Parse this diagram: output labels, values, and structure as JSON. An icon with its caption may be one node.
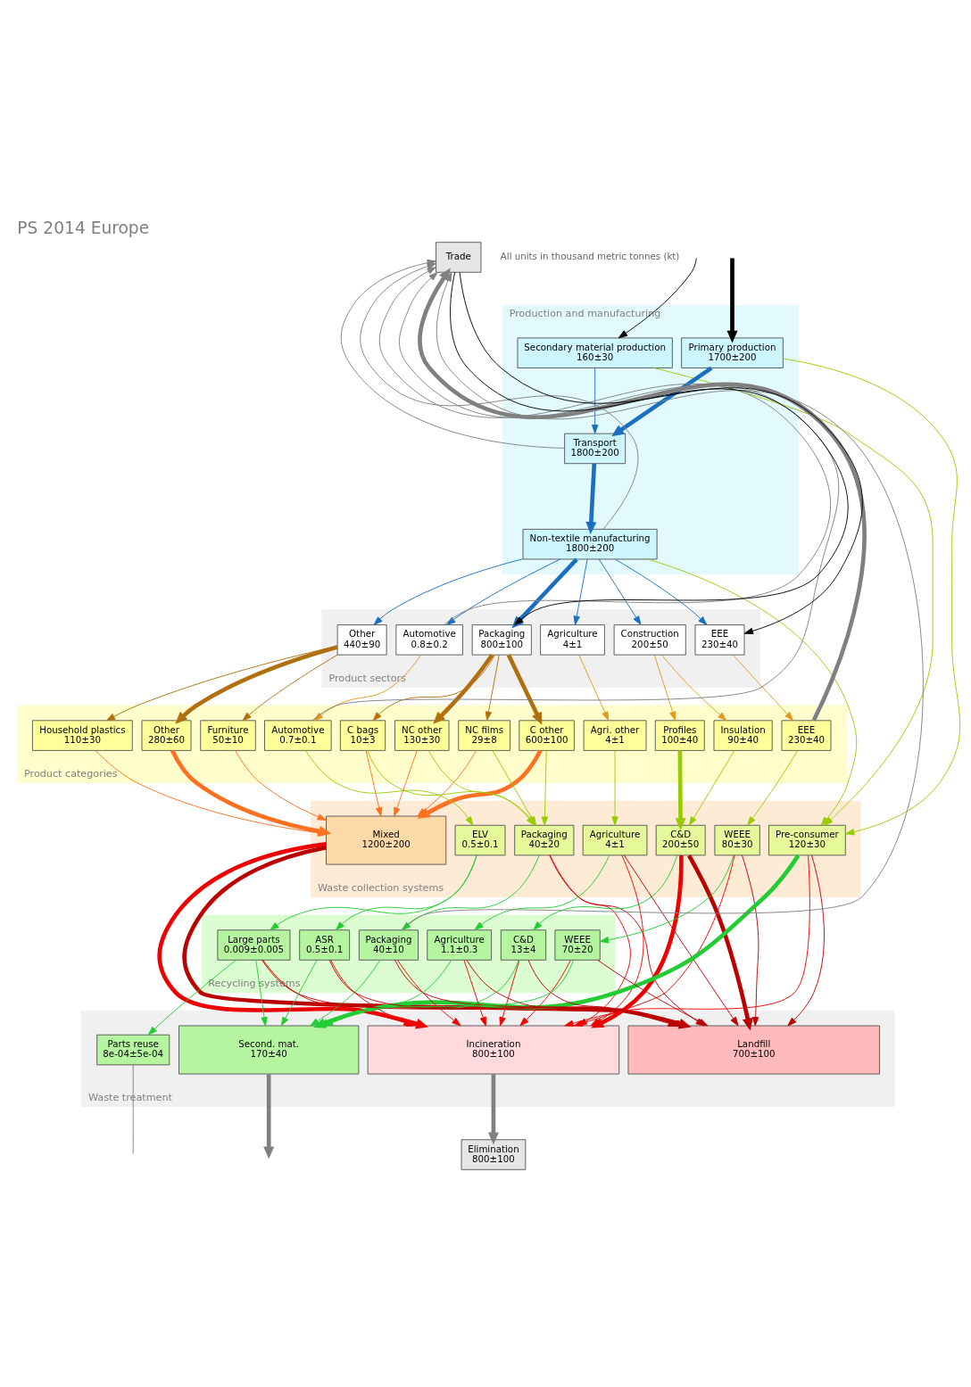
{
  "diagram": {
    "title": "PS 2014 Europe",
    "nodes": [
      {
        "text": [
          "Production and manufacturing"
        ]
      },
      {
        "text": [
          "Secondary material production",
          "160±30"
        ],
        "in": 0
      },
      {
        "text": [
          "Primary production",
          "1700±200"
        ],
        "in": 0
      },
      {
        "text": [
          "Transport",
          "1800±200"
        ],
        "in": 0
      },
      {
        "text": [
          "Non-textile manufacturing",
          "1800±200"
        ],
        "in": 0
      },
      {
        "text": [
          "Product sectors"
        ]
      },
      {
        "text": [
          "Packaging",
          "800±100"
        ],
        "in": 5
      },
      {
        "text": [
          "Construction",
          "200±50"
        ],
        "in": 5
      },
      {
        "text": [
          "Agriculture",
          "4±1"
        ],
        "in": 5
      },
      {
        "text": [
          "Automotive",
          "0.8±0.2"
        ],
        "in": 5
      },
      {
        "text": [
          "EEE",
          "230±40"
        ],
        "in": 5
      },
      {
        "text": [
          "Other",
          "440±90"
        ],
        "in": 5
      },
      {
        "text": [
          "Product categories"
        ]
      },
      {
        "text": [
          "C bags",
          "10±3"
        ],
        "in": 12
      },
      {
        "text": [
          "C other",
          "600±100"
        ],
        "in": 12
      },
      {
        "text": [
          "NC films",
          "29±8"
        ],
        "in": 12
      },
      {
        "text": [
          "NC other",
          "130±30"
        ],
        "in": 12
      },
      {
        "text": [
          "Insulation",
          "90±40"
        ],
        "in": 12
      },
      {
        "text": [
          "Profiles",
          "100±40"
        ],
        "in": 12
      },
      {
        "text": [
          "Agri. other",
          "4±1"
        ],
        "in": 12
      },
      {
        "text": [
          "Automotive",
          "0.7±0.1"
        ],
        "in": 12
      },
      {
        "text": [
          "EEE",
          "230±40"
        ],
        "in": 12
      },
      {
        "text": [
          "Household plastics",
          "110±30"
        ],
        "in": 12
      },
      {
        "text": [
          "Furniture",
          "50±10"
        ],
        "in": 12
      },
      {
        "text": [
          "Other",
          "280±60"
        ],
        "in": 12
      },
      {
        "text": [
          "Waste collection systems"
        ]
      },
      {
        "text": [
          "Mixed",
          "1200±200"
        ],
        "in": 25
      },
      {
        "text": [
          "Packaging",
          "40±20"
        ],
        "in": 25
      },
      {
        "text": [
          "C&D",
          "200±50"
        ],
        "in": 25
      },
      {
        "text": [
          "Agriculture",
          "4±1"
        ],
        "in": 25
      },
      {
        "text": [
          "ELV",
          "0.5±0.1"
        ],
        "in": 25
      },
      {
        "text": [
          "WEEE",
          "80±30"
        ],
        "in": 25
      },
      {
        "text": [
          "Pre-consumer",
          "120±30"
        ],
        "in": 25
      },
      {
        "text": [
          "Recycling systems"
        ]
      },
      {
        "text": [
          "Packaging",
          "40±10"
        ],
        "in": 33
      },
      {
        "text": [
          "C&D",
          "13±4"
        ],
        "in": 33
      },
      {
        "text": [
          "Agriculture",
          "1.1±0.3"
        ],
        "in": 33
      },
      {
        "text": [
          "Large parts",
          "0.009±0.005"
        ],
        "in": 33
      },
      {
        "text": [
          "ASR",
          "0.5±0.1"
        ],
        "in": 33
      },
      {
        "text": [
          "WEEE",
          "70±20"
        ],
        "in": 33
      },
      {
        "text": [
          "Waste treatment"
        ]
      },
      {
        "text": [
          "Incineration",
          "800±100"
        ],
        "in": 40
      },
      {
        "text": [
          "Landfill",
          "700±100"
        ],
        "in": 40
      },
      {
        "text": [
          "Second. mat.",
          "170±40"
        ],
        "in": 40
      },
      {
        "text": [
          "Parts reuse",
          "8e-04±5e-04"
        ],
        "in": 40
      },
      {
        "text": [
          "Trade"
        ]
      },
      {
        "text": [
          "Elimination",
          "800±100"
        ]
      }
    ],
    "edges": [
      {
        "from": null,
        "to": 2,
        "arrow": "to",
        "style": "thick",
        "color": "#000000"
      },
      {
        "from": null,
        "to": 1,
        "arrow": "to",
        "color": "#000000"
      },
      {
        "from": 2,
        "to": 3,
        "arrow": "to",
        "style": "thick",
        "color": "#1a6fc0"
      },
      {
        "from": 1,
        "to": 3,
        "arrow": "to",
        "color": "#1a6fc0"
      },
      {
        "from": 3,
        "to": 4,
        "arrow": "to",
        "style": "thick",
        "color": "#1a6fc0"
      },
      {
        "from": 3,
        "to": 45,
        "arrow": "to",
        "color": "#808080"
      },
      {
        "from": 4,
        "to": 45,
        "arrow": "to",
        "color": "#808080"
      },
      {
        "from": 4,
        "to": 6,
        "arrow": "to",
        "style": "thick",
        "color": "#1a6fc0"
      },
      {
        "from": 4,
        "to": 7,
        "arrow": "to",
        "color": "#1a6fc0"
      },
      {
        "from": 4,
        "to": 8,
        "arrow": "to",
        "color": "#1a6fc0"
      },
      {
        "from": 4,
        "to": 9,
        "arrow": "to",
        "color": "#1a6fc0"
      },
      {
        "from": 4,
        "to": 10,
        "arrow": "to",
        "color": "#1a6fc0"
      },
      {
        "from": 4,
        "to": 11,
        "arrow": "to",
        "color": "#1a6fc0"
      },
      {
        "from": 45,
        "to": 6,
        "arrow": "to",
        "color": "#000000"
      },
      {
        "from": 45,
        "to": 10,
        "arrow": "to",
        "color": "#000000"
      },
      {
        "from": 9,
        "to": 45,
        "arrow": "to",
        "color": "#808080"
      },
      {
        "from": 4,
        "to": 32,
        "arrow": "to",
        "color": "#99cc00"
      },
      {
        "from": 2,
        "to": 32,
        "arrow": "to",
        "color": "#99cc00"
      },
      {
        "from": 1,
        "to": 32,
        "arrow": "to",
        "color": "#99cc00"
      },
      {
        "from": 6,
        "to": 13,
        "arrow": "to",
        "color": "#b07010"
      },
      {
        "from": 6,
        "to": 14,
        "arrow": "to",
        "style": "thick",
        "color": "#b07010"
      },
      {
        "from": 6,
        "to": 15,
        "arrow": "to",
        "color": "#b07010"
      },
      {
        "from": 6,
        "to": 16,
        "arrow": "to",
        "style": "thick",
        "color": "#b07010"
      },
      {
        "from": 7,
        "to": 17,
        "arrow": "to",
        "color": "#e09a20"
      },
      {
        "from": 7,
        "to": 18,
        "arrow": "to",
        "color": "#e09a20"
      },
      {
        "from": 8,
        "to": 19,
        "arrow": "to",
        "color": "#e09a20"
      },
      {
        "from": 9,
        "to": 20,
        "arrow": "to",
        "color": "#e09a20"
      },
      {
        "from": 10,
        "to": 21,
        "arrow": "to",
        "color": "#e09a20"
      },
      {
        "from": 11,
        "to": 22,
        "arrow": "to",
        "color": "#b07010"
      },
      {
        "from": 11,
        "to": 23,
        "arrow": "to",
        "color": "#b07010"
      },
      {
        "from": 11,
        "to": 24,
        "arrow": "to",
        "style": "thick",
        "color": "#b07010"
      },
      {
        "from": 13,
        "to": 26,
        "arrow": "to",
        "color": "#ff7020"
      },
      {
        "from": 14,
        "to": 26,
        "arrow": "to",
        "style": "thick",
        "color": "#ff7020"
      },
      {
        "from": 15,
        "to": 26,
        "arrow": "to",
        "color": "#ff7020"
      },
      {
        "from": 16,
        "to": 26,
        "arrow": "to",
        "color": "#ff7020"
      },
      {
        "from": 22,
        "to": 26,
        "arrow": "to",
        "color": "#ff7020"
      },
      {
        "from": 23,
        "to": 26,
        "arrow": "to",
        "color": "#ff7020"
      },
      {
        "from": 24,
        "to": 26,
        "arrow": "to",
        "style": "thick",
        "color": "#ff7020"
      },
      {
        "from": 13,
        "to": 27,
        "arrow": "to",
        "color": "#99cc00"
      },
      {
        "from": 14,
        "to": 27,
        "arrow": "to",
        "color": "#99cc00"
      },
      {
        "from": 15,
        "to": 27,
        "arrow": "to",
        "color": "#99cc00"
      },
      {
        "from": 16,
        "to": 27,
        "arrow": "to",
        "color": "#99cc00"
      },
      {
        "from": 17,
        "to": 28,
        "arrow": "to",
        "color": "#99cc00"
      },
      {
        "from": 18,
        "to": 28,
        "arrow": "to",
        "style": "thick",
        "color": "#99cc00"
      },
      {
        "from": 19,
        "to": 29,
        "arrow": "to",
        "color": "#99cc00"
      },
      {
        "from": 20,
        "to": 30,
        "arrow": "to",
        "color": "#99cc00"
      },
      {
        "from": 20,
        "to": 45,
        "arrow": "to",
        "color": "#808080"
      },
      {
        "from": 21,
        "to": 31,
        "arrow": "to",
        "color": "#99cc00"
      },
      {
        "from": 21,
        "to": 45,
        "arrow": "to",
        "style": "thick",
        "color": "#808080"
      },
      {
        "from": 27,
        "to": 34,
        "arrow": "to",
        "color": "#22cc33"
      },
      {
        "from": 28,
        "to": 35,
        "arrow": "to",
        "color": "#22cc33"
      },
      {
        "from": 29,
        "to": 36,
        "arrow": "to",
        "color": "#22cc33"
      },
      {
        "from": 30,
        "to": 37,
        "arrow": "to",
        "color": "#22cc33"
      },
      {
        "from": 30,
        "to": 38,
        "arrow": "to",
        "color": "#22cc33"
      },
      {
        "from": 31,
        "to": 39,
        "arrow": "to",
        "color": "#22cc33"
      },
      {
        "from": 26,
        "to": 42,
        "arrow": "to",
        "style": "thick",
        "color": "#bb0000"
      },
      {
        "from": 26,
        "to": 41,
        "arrow": "to",
        "style": "thick",
        "color": "#ee0000"
      },
      {
        "from": 27,
        "to": 42,
        "arrow": "to",
        "color": "#bb0000"
      },
      {
        "from": 27,
        "to": 41,
        "arrow": "to",
        "color": "#ee0000"
      },
      {
        "from": 28,
        "to": 42,
        "arrow": "to",
        "style": "thick",
        "color": "#bb0000"
      },
      {
        "from": 28,
        "to": 41,
        "arrow": "to",
        "style": "thick",
        "color": "#ee0000"
      },
      {
        "from": 29,
        "to": 42,
        "arrow": "to",
        "color": "#bb0000"
      },
      {
        "from": 29,
        "to": 41,
        "arrow": "to",
        "color": "#ee0000"
      },
      {
        "from": 31,
        "to": 42,
        "arrow": "to",
        "color": "#bb0000"
      },
      {
        "from": 31,
        "to": 41,
        "arrow": "to",
        "color": "#ee0000"
      },
      {
        "from": 32,
        "to": 42,
        "arrow": "to",
        "color": "#bb0000"
      },
      {
        "from": 32,
        "to": 41,
        "arrow": "to",
        "color": "#ee0000"
      },
      {
        "from": 32,
        "to": 43,
        "arrow": "to",
        "style": "thick",
        "color": "#22cc33"
      },
      {
        "from": 34,
        "to": 43,
        "arrow": "to",
        "color": "#22cc33"
      },
      {
        "from": 35,
        "to": 43,
        "arrow": "to",
        "color": "#22cc33"
      },
      {
        "from": 36,
        "to": 43,
        "arrow": "to",
        "color": "#22cc33"
      },
      {
        "from": 37,
        "to": 43,
        "arrow": "to",
        "color": "#22cc33"
      },
      {
        "from": 38,
        "to": 43,
        "arrow": "to",
        "color": "#22cc33"
      },
      {
        "from": 39,
        "to": 43,
        "arrow": "to",
        "color": "#22cc33"
      },
      {
        "from": 37,
        "to": 44,
        "arrow": "to",
        "color": "#22cc33"
      },
      {
        "from": 34,
        "to": 42,
        "arrow": "to",
        "color": "#bb0000"
      },
      {
        "from": 34,
        "to": 41,
        "arrow": "to",
        "color": "#ee0000"
      },
      {
        "from": 35,
        "to": 42,
        "arrow": "to",
        "color": "#bb0000"
      },
      {
        "from": 35,
        "to": 41,
        "arrow": "to",
        "color": "#ee0000"
      },
      {
        "from": 36,
        "to": 42,
        "arrow": "to",
        "color": "#bb0000"
      },
      {
        "from": 36,
        "to": 41,
        "arrow": "to",
        "color": "#ee0000"
      },
      {
        "from": 37,
        "to": 42,
        "arrow": "to",
        "color": "#bb0000"
      },
      {
        "from": 37,
        "to": 41,
        "arrow": "to",
        "color": "#ee0000"
      },
      {
        "from": 38,
        "to": 42,
        "arrow": "to",
        "color": "#bb0000"
      },
      {
        "from": 38,
        "to": 41,
        "arrow": "to",
        "color": "#ee0000"
      },
      {
        "from": 39,
        "to": 42,
        "arrow": "to",
        "color": "#bb0000"
      },
      {
        "from": 39,
        "to": 41,
        "arrow": "to",
        "color": "#ee0000"
      },
      {
        "from": 34,
        "to": 45,
        "arrow": "to",
        "color": "#808080"
      },
      {
        "from": 41,
        "to": 46,
        "arrow": "to",
        "style": "thick",
        "color": "#808080"
      },
      {
        "from": 43,
        "to": null,
        "arrow": "to",
        "style": "thick",
        "color": "#808080"
      },
      {
        "from": 44,
        "to": null,
        "arrow": "none",
        "color": "#808080"
      }
    ],
    "labels": [
      "All units in thousand metric tonnes (kt)"
    ]
  }
}
